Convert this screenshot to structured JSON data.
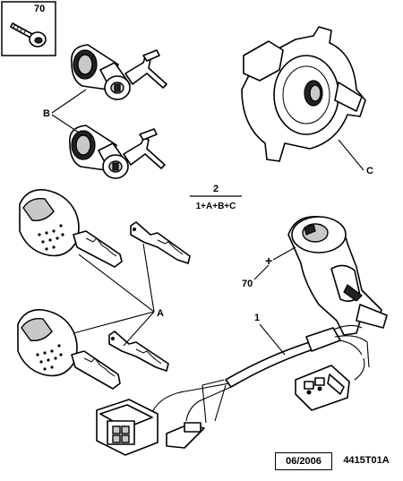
{
  "callouts": {
    "screw_qty": "70",
    "lock_barrels": "B",
    "lock_housing": "C",
    "fraction_top": "2",
    "fraction_bottom": "1+A+B+C",
    "keys": "A",
    "harness": "1",
    "ignition_qty": "70"
  },
  "footer": {
    "date": "06/2006",
    "reference": "4415T01A"
  }
}
